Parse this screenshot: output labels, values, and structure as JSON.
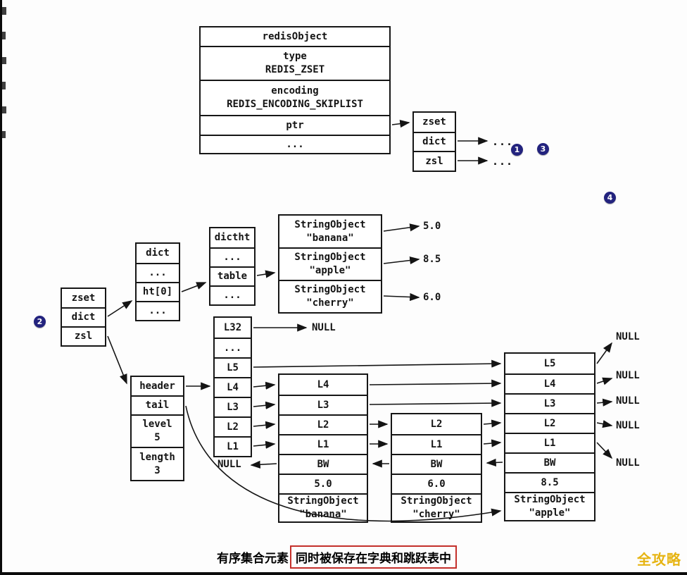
{
  "redis_object": {
    "title": "redisObject",
    "type_label": "type",
    "type_value": "REDIS_ZSET",
    "encoding_label": "encoding",
    "encoding_value": "REDIS_ENCODING_SKIPLIST",
    "ptr_label": "ptr",
    "ellipsis": "..."
  },
  "zset_struct": {
    "rows": [
      "zset",
      "dict",
      "zsl"
    ],
    "dict_ellipsis": "...",
    "zsl_ellipsis": "..."
  },
  "badges": {
    "b1": "1",
    "b2": "2",
    "b3": "3",
    "b4": "4"
  },
  "zset_var": {
    "rows": [
      "zset",
      "dict",
      "zsl"
    ]
  },
  "dict_struct": {
    "rows": [
      "dict",
      "...",
      "ht[0]",
      "..."
    ]
  },
  "dictht_struct": {
    "rows": [
      "dictht",
      "...",
      "table",
      "..."
    ]
  },
  "dict_entries": [
    {
      "class": "StringObject",
      "value": "\"banana\"",
      "score": "5.0"
    },
    {
      "class": "StringObject",
      "value": "\"apple\"",
      "score": "8.5"
    },
    {
      "class": "StringObject",
      "value": "\"cherry\"",
      "score": "6.0"
    }
  ],
  "zsl_struct": {
    "header_label": "header",
    "tail_label": "tail",
    "level_label": "level",
    "level_value": "5",
    "length_label": "length",
    "length_value": "3"
  },
  "skiplist_head": {
    "rows": [
      "L32",
      "...",
      "L5",
      "L4",
      "L3",
      "L2",
      "L1"
    ],
    "l32_null": "NULL",
    "bw_null": "NULL"
  },
  "skiplist_nodes": [
    {
      "levels": [
        "L4",
        "L3",
        "L2",
        "L1"
      ],
      "bw": "BW",
      "score": "5.0",
      "obj_class": "StringObject",
      "obj_value": "\"banana\""
    },
    {
      "levels": [
        "L2",
        "L1"
      ],
      "bw": "BW",
      "score": "6.0",
      "obj_class": "StringObject",
      "obj_value": "\"cherry\""
    },
    {
      "levels": [
        "L5",
        "L4",
        "L3",
        "L2",
        "L1"
      ],
      "bw": "BW",
      "score": "8.5",
      "obj_class": "StringObject",
      "obj_value": "\"apple\""
    }
  ],
  "right_nulls": [
    "NULL",
    "NULL",
    "NULL",
    "NULL",
    "NULL"
  ],
  "caption": {
    "prefix": "有序集合元素",
    "highlighted": "同时被保存在字典和跳跃表中"
  },
  "watermark": "全攻略"
}
